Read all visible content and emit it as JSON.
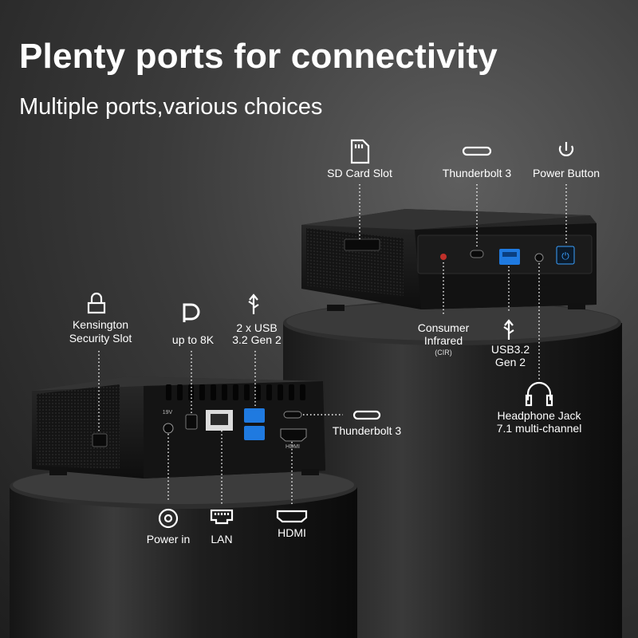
{
  "header": {
    "title": "Plenty ports for connectivity",
    "subtitle": "Multiple ports,various choices"
  },
  "labels": {
    "sd_card": "SD Card Slot",
    "thunderbolt_top": "Thunderbolt 3",
    "power_button": "Power Button",
    "consumer_ir_1": "Consumer",
    "consumer_ir_2": "Infrared",
    "consumer_ir_3": "(CIR)",
    "usb32_1": "USB3.2",
    "usb32_2": "Gen 2",
    "headphone_1": "Headphone Jack",
    "headphone_2": "7.1 multi-channel",
    "kensington_1": "Kensington",
    "kensington_2": "Security Slot",
    "dp": "up to 8K",
    "usb_rear_1": "2 x USB",
    "usb_rear_2": "3.2 Gen 2",
    "thunderbolt_rear": "Thunderbolt 3",
    "power_in": "Power in",
    "lan": "LAN",
    "hdmi": "HDMI",
    "dc_rating": "19V",
    "hdmi_port_text": "HDMI"
  },
  "colors": {
    "accent_blue": "#1f7ae0",
    "ir_red": "#c0302a",
    "power_led": "#3aa0ff"
  },
  "icons": [
    "sd-card-icon",
    "thunderbolt-icon",
    "power-icon",
    "usb-icon",
    "headphone-icon",
    "lock-icon",
    "displayport-icon",
    "dc-power-icon",
    "lan-icon",
    "hdmi-icon"
  ]
}
